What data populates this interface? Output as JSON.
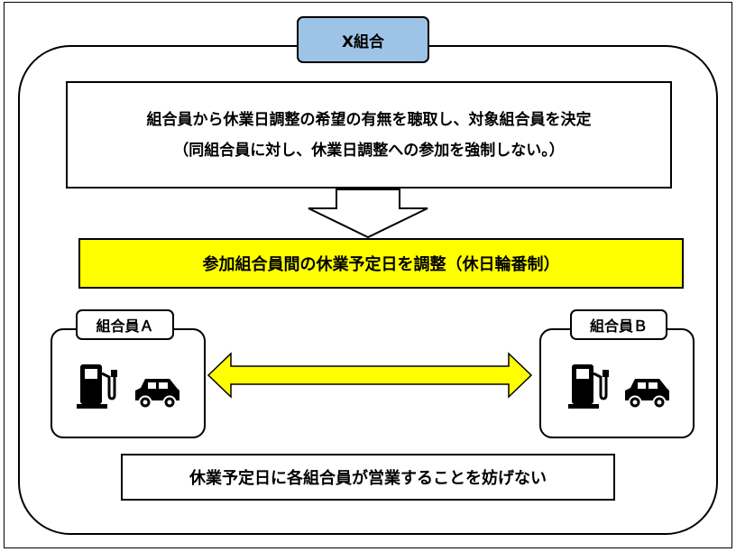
{
  "union": {
    "name": "X組合",
    "tag_color": "#9dc3e6"
  },
  "policy": {
    "line1": "組合員から休業日調整の希望の有無を聴取し、対象組合員を決定",
    "line2": "（同組合員に対し、休業日調整への参加を強制しない。）"
  },
  "coordination": {
    "text": "参加組合員間の休業予定日を調整（休日輪番制）",
    "color": "#ffff00"
  },
  "members": {
    "a": {
      "label": "組合員Ａ",
      "icons": [
        "fuel-pump-icon",
        "car-icon"
      ]
    },
    "b": {
      "label": "組合員Ｂ",
      "icons": [
        "fuel-pump-icon",
        "car-icon"
      ]
    }
  },
  "footer": {
    "text": "休業予定日に各組合員が営業することを妨げない"
  }
}
